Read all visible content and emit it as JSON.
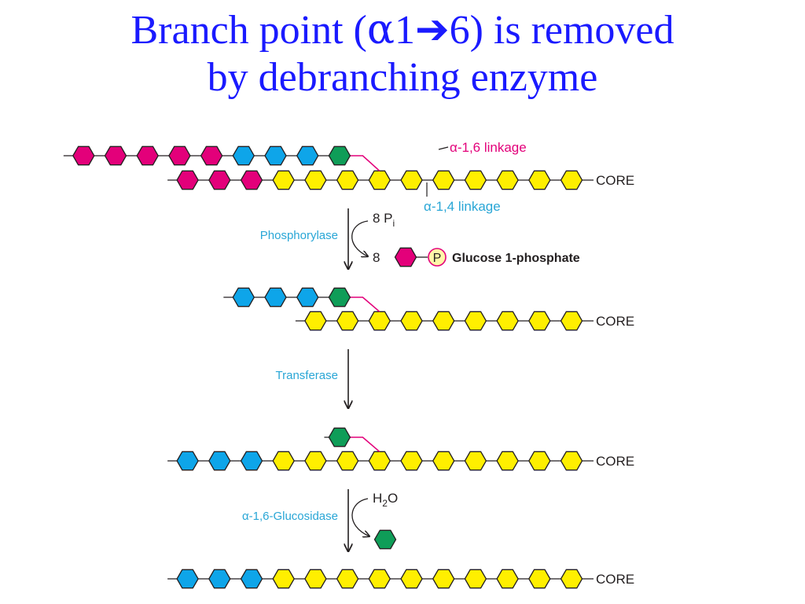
{
  "title": {
    "line1_prefix": "Branch point (",
    "line1_alpha": "α",
    "line1_one": "1",
    "line1_arrow": "➔",
    "line1_suffix": "6) is removed",
    "line2": "by debranching enzyme"
  },
  "labels": {
    "alpha16_linkage": "α-1,6 linkage",
    "alpha14_linkage": "α-1,4 linkage",
    "core": "CORE",
    "phosphorylase": "Phosphorylase",
    "eight_pi_prefix": "8 P",
    "eight_pi_sub": "i",
    "eight": "8",
    "p_symbol": "P",
    "glucose_1_phosphate": "Glucose 1-phosphate",
    "transferase": "Transferase",
    "glucosidase": "α-1,6-Glucosidase",
    "h2o_h": "H",
    "h2o_sub": "2",
    "h2o_o": "O"
  },
  "colors": {
    "title": "#1a1aff",
    "magenta": "#e3007a",
    "blue": "#0ea5e9",
    "yellow": "#ffef00",
    "green": "#0f9d58",
    "enzyme_label": "#29a6d6",
    "text": "#231f20",
    "branch_link": "#e3007a"
  },
  "legend_icons": [
    "glucose-residue-hexagon",
    "phosphate-circle-icon",
    "reaction-arrow-icon"
  ],
  "stages": [
    {
      "name": "initial",
      "branch": [
        "magenta",
        "magenta",
        "magenta",
        "magenta",
        "magenta",
        "blue",
        "blue",
        "blue",
        "green"
      ],
      "main": [
        "magenta",
        "magenta",
        "magenta",
        "yellow",
        "yellow",
        "yellow",
        "yellow",
        "yellow",
        "yellow",
        "yellow",
        "yellow",
        "yellow",
        "yellow"
      ]
    },
    {
      "name": "after-phosphorylase",
      "branch": [
        "blue",
        "blue",
        "blue",
        "green"
      ],
      "main": [
        "yellow",
        "yellow",
        "yellow",
        "yellow",
        "yellow",
        "yellow",
        "yellow",
        "yellow",
        "yellow"
      ]
    },
    {
      "name": "after-transferase",
      "branch": [
        "green"
      ],
      "main": [
        "blue",
        "blue",
        "blue",
        "yellow",
        "yellow",
        "yellow",
        "yellow",
        "yellow",
        "yellow",
        "yellow",
        "yellow",
        "yellow",
        "yellow"
      ]
    },
    {
      "name": "after-glucosidase",
      "branch": [],
      "main": [
        "blue",
        "blue",
        "blue",
        "yellow",
        "yellow",
        "yellow",
        "yellow",
        "yellow",
        "yellow",
        "yellow",
        "yellow",
        "yellow",
        "yellow"
      ]
    }
  ],
  "released": {
    "phosphorylase_product": "magenta",
    "glucosidase_product": "green"
  }
}
